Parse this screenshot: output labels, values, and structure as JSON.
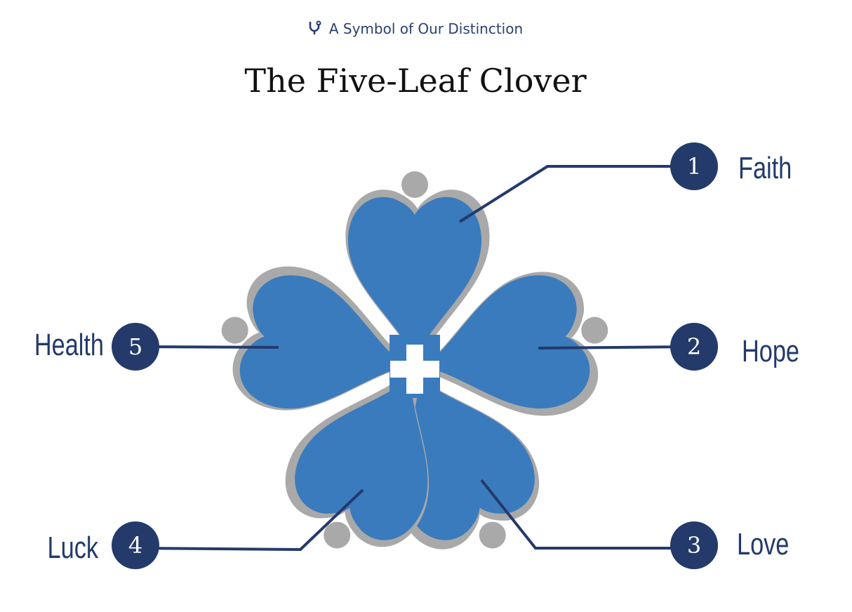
{
  "header": {
    "subtitle": "A Symbol of Our Distinction",
    "subtitle_icon": "stethoscope-icon",
    "title": "The Five-Leaf Clover"
  },
  "colors": {
    "leaf": "#3a7bbd",
    "shadow": "#a9a9a9",
    "callout": "#233a6b"
  },
  "items": [
    {
      "number": "1",
      "label": "Faith"
    },
    {
      "number": "2",
      "label": "Hope"
    },
    {
      "number": "3",
      "label": "Love"
    },
    {
      "number": "4",
      "label": "Luck"
    },
    {
      "number": "5",
      "label": "Health"
    }
  ]
}
